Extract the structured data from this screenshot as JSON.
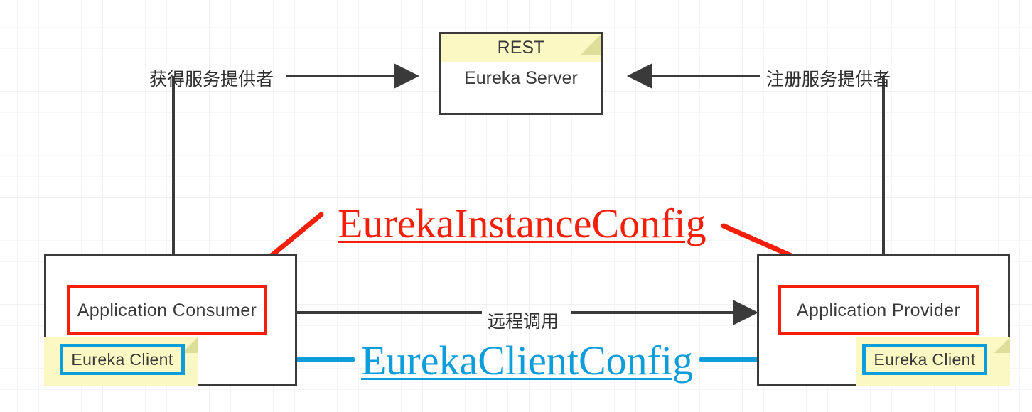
{
  "diagram": {
    "title": "Eureka Architecture Diagram",
    "background": {
      "grid": "true",
      "grid_minor_color": "#f6f6f6",
      "grid_major_color": "#f0f0f0",
      "page_color": "#ffffff"
    },
    "colors": {
      "stroke": "#3a3a3a",
      "red_accent": "#f41e09",
      "blue_accent": "#0d9ddb",
      "sticky_yellow": "#fbf8c4",
      "sticky_fold": "#dede9a"
    },
    "nodes": {
      "server": {
        "tab_label": "REST",
        "title": "Eureka Server"
      },
      "consumer": {
        "title": "Application Consumer",
        "client_label": "Eureka Client"
      },
      "provider": {
        "title": "Application Provider",
        "client_label": "Eureka Client"
      }
    },
    "edges": {
      "get_provider": "获得服务提供者",
      "register_provider": "注册服务提供者",
      "remote_call": "远程调用"
    },
    "annotations": {
      "instance_config": "EurekaInstanceConfig",
      "client_config": "EurekaClientConfig"
    }
  }
}
